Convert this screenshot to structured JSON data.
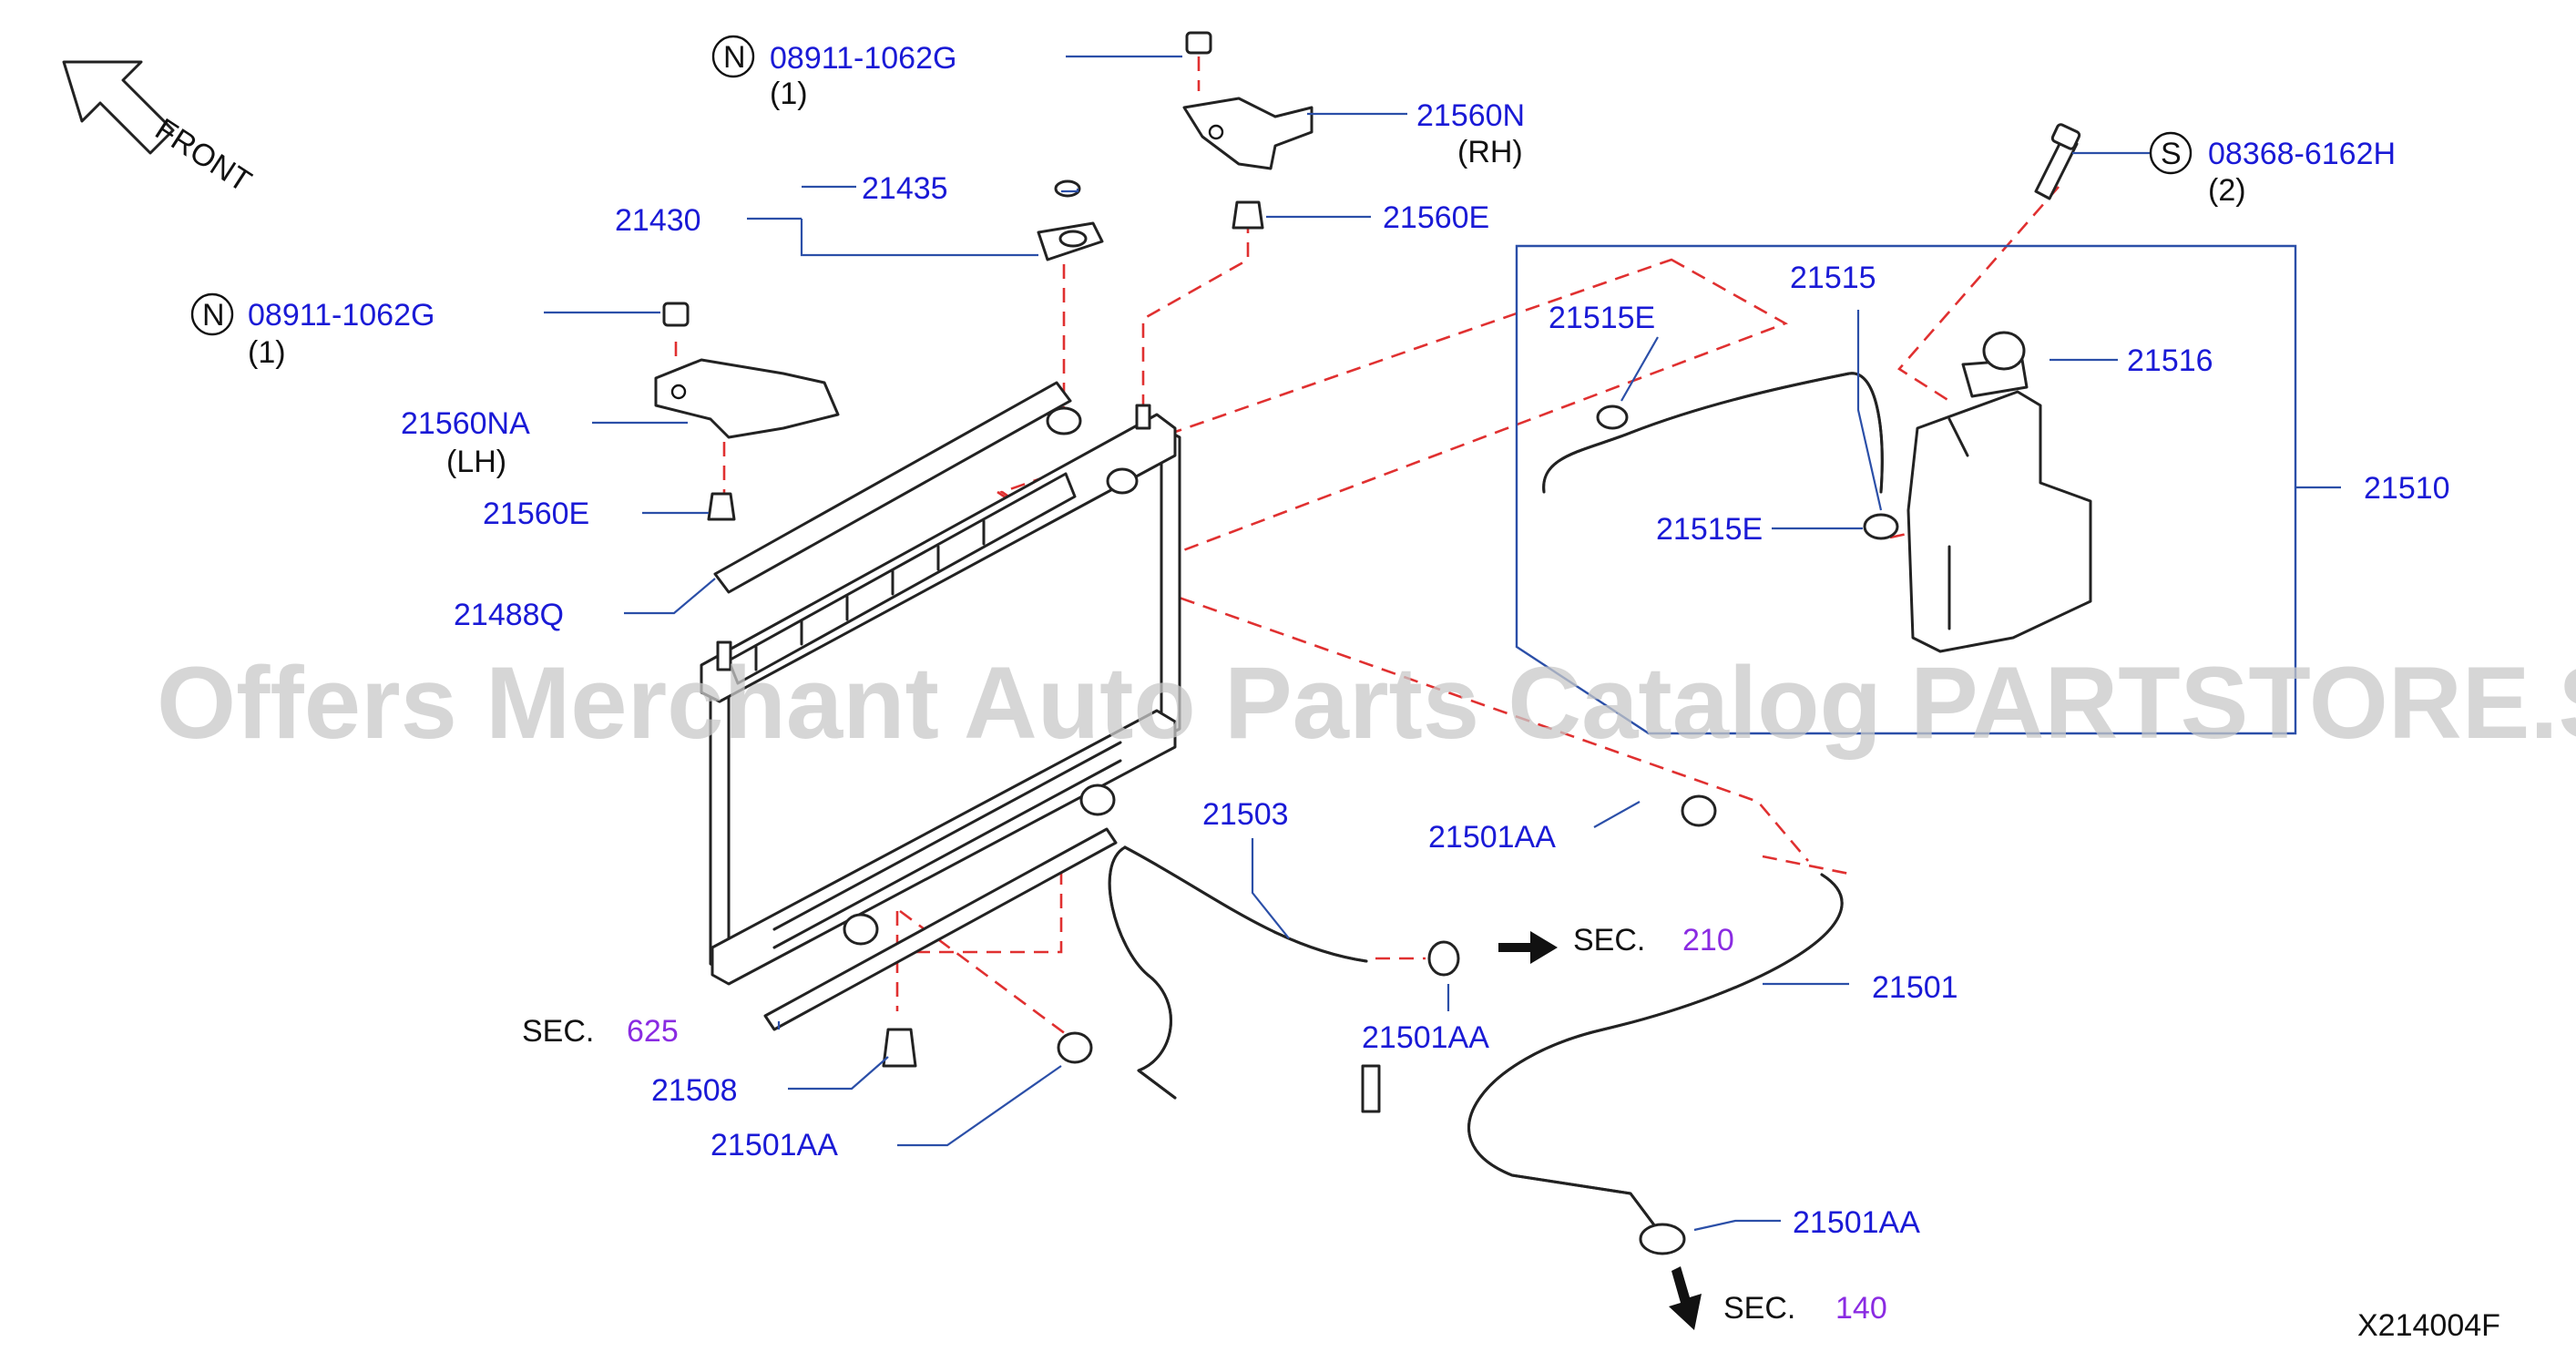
{
  "watermark": "Offers Merchant Auto Parts Catalog PARTSTORE.SA",
  "diagram_code": "X214004F",
  "front_label": "FRONT",
  "colors": {
    "part_number": "#1a1ad6",
    "section_number": "#8a2be2",
    "leader": "#2b4fa8",
    "dashed": "#e03030"
  },
  "callouts": {
    "n_symbol": "N",
    "s_symbol": "S",
    "nut_top": {
      "number": "08911-1062G",
      "qty": "(1)"
    },
    "nut_left": {
      "number": "08911-1062G",
      "qty": "(1)"
    },
    "bolt_top": {
      "number": "08368-6162H",
      "qty": "(2)"
    },
    "bracket_rh": {
      "number": "21560N",
      "side": "(RH)"
    },
    "bracket_lh": {
      "number": "21560NA",
      "side": "(LH)"
    },
    "mount_top": "21560E",
    "mount_left": "21560E",
    "cap_seal": "21435",
    "cap": "21430",
    "seal": "21488Q",
    "hose_reservoir": "21515",
    "clamp_a": "21515E",
    "clamp_b": "21515E",
    "reservoir_cap": "21516",
    "reservoir": "21510",
    "lower_hose": "21503",
    "clamp_c": "21501AA",
    "clamp_d": "21501AA",
    "clamp_e": "21501AA",
    "clamp_f": "21501AA",
    "upper_hose": "21501",
    "drain_plug": "21508"
  },
  "sections": [
    {
      "prefix": "SEC.",
      "number": "210"
    },
    {
      "prefix": "SEC.",
      "number": "625"
    },
    {
      "prefix": "SEC.",
      "number": "140"
    }
  ]
}
